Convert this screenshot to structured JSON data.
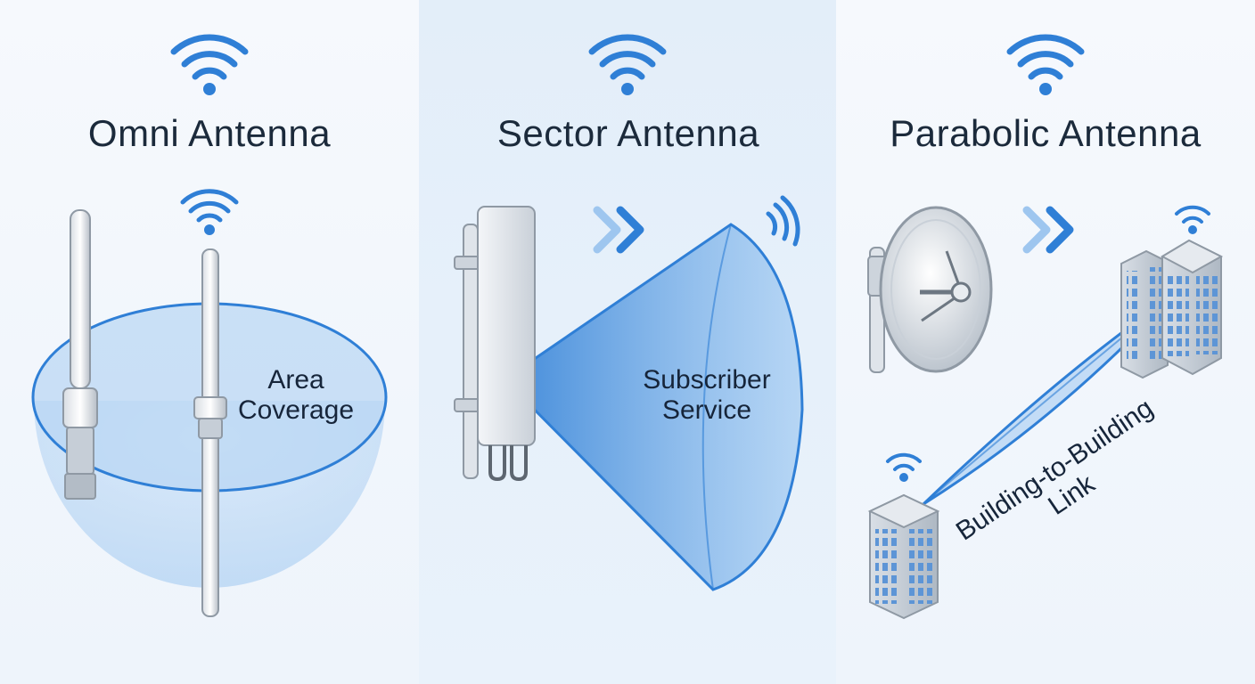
{
  "panels": [
    {
      "title": "Omni Antenna",
      "label_line1": "Area",
      "label_line2": "Coverage"
    },
    {
      "title": "Sector Antenna",
      "label_line1": "Subscriber",
      "label_line2": "Service"
    },
    {
      "title": "Parabolic Antenna",
      "label_line1": "Building-to-Building",
      "label_line2": "Link"
    }
  ],
  "colors": {
    "accent": "#2f7fd6",
    "title": "#1b2a3b",
    "coverage": "#bcd8f5"
  },
  "icons": [
    "wifi-icon",
    "chevron-arrows-icon",
    "building-icon",
    "parabolic-dish-icon",
    "sector-panel-icon",
    "omni-mast-icon"
  ]
}
